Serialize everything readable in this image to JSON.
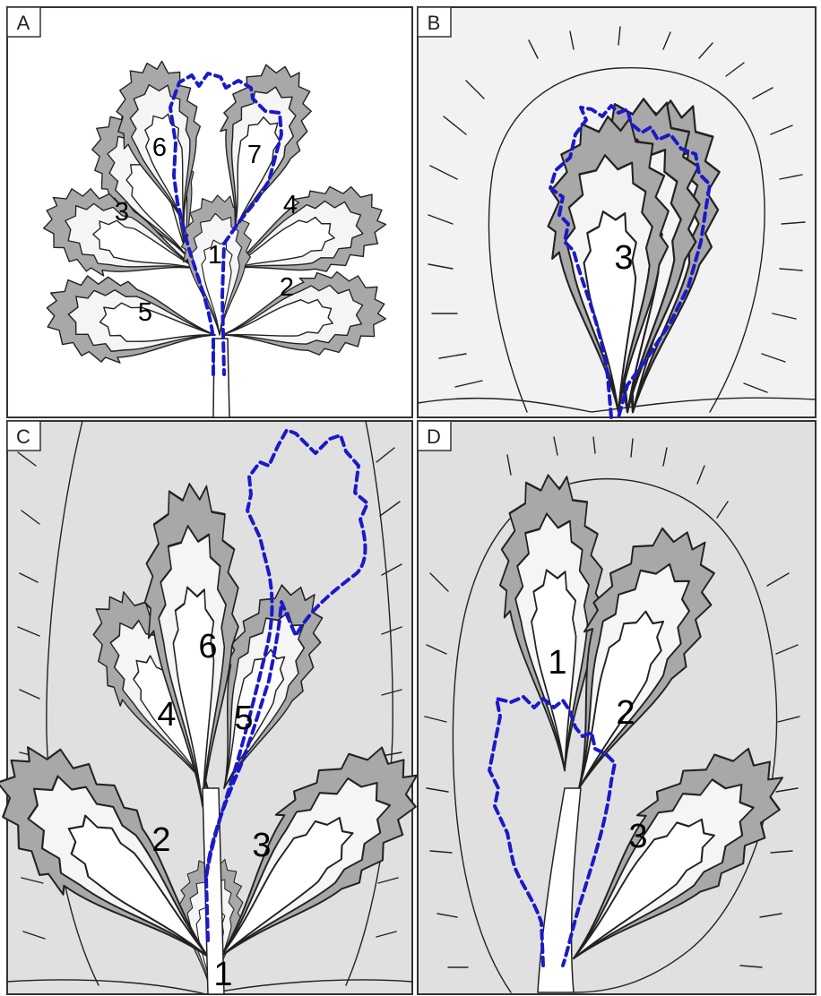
{
  "panels": [
    {
      "letter": "A",
      "labels": [
        "1",
        "2",
        "3",
        "4",
        "5",
        "6",
        "7"
      ]
    },
    {
      "letter": "B",
      "labels": [
        "3"
      ]
    },
    {
      "letter": "C",
      "labels": [
        "1",
        "2",
        "3",
        "4",
        "5",
        "6"
      ]
    },
    {
      "letter": "D",
      "labels": [
        "1",
        "2",
        "3"
      ]
    }
  ],
  "colors": {
    "background": "#ffffff",
    "bud_background": "#f2f2f2",
    "shoot_background": "#e0e0e0",
    "outer_tissue": "#a8a8a8",
    "mid_tissue": "#f5f5f5",
    "inner_tissue": "#ffffff",
    "outline": "#222222",
    "dashed_outline": "#1a1ac8"
  }
}
